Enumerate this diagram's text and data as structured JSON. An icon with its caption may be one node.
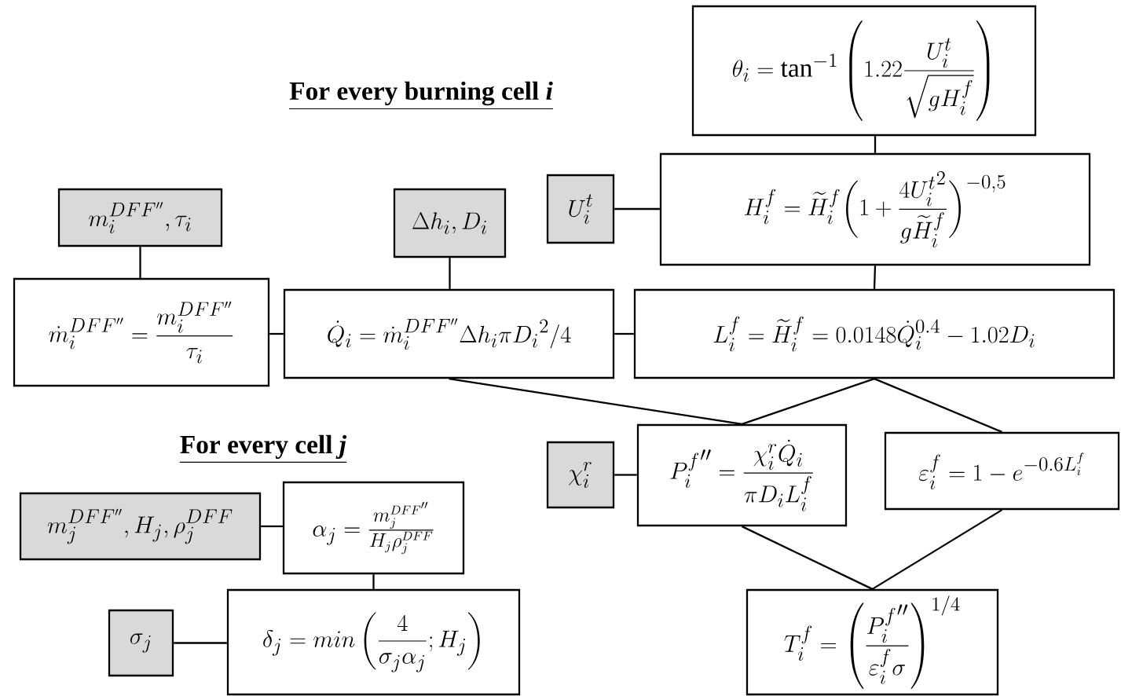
{
  "diagram": {
    "nodes": [
      {
        "text": [
          "\\theta_i = \\tan^{-1}\\left(1.22\\frac{U_i^t}{\\sqrt{gH_i^f}}\\right)"
        ]
      },
      {
        "text": [
          "U_i^t"
        ]
      },
      {
        "text": [
          "H_i^f = \\widetilde{H}_i^f\\biggl(1+\\frac{4{U_i^t}^2}{g\\widetilde{H}_i^f}\\biggr)^{-0,5}"
        ]
      },
      {
        "text": [
          "m_i^{DFF''},\\tau_i"
        ]
      },
      {
        "text": [
          "\\Delta h_i,D_i"
        ]
      },
      {
        "text": [
          "\\dot{m}_i^{DFF''} = \\frac{m_i^{DFF''}}{\\tau_i}"
        ]
      },
      {
        "text": [
          "\\dot{Q}_i = \\dot{m}_i^{DFF''}\\Delta h_i\\pi {D_i}^2/4"
        ]
      },
      {
        "text": [
          "L_i^f = \\widetilde{H}_i^f = 0.0148{\\dot{Q}_i}^{0.4} - 1.02D_i"
        ]
      },
      {
        "text": [
          "\\chi_i^r"
        ]
      },
      {
        "text": [
          "{P_i^f}'' = \\frac{\\chi_i^r\\dot{Q}_i}{\\pi D_i L_i^f}"
        ]
      },
      {
        "text": [
          "\\varepsilon_i^f = 1 - e^{-0.6L_i^f}"
        ]
      },
      {
        "text": [
          "m_j^{DFF''},H_j,\\rho_j^{DFF}"
        ]
      },
      {
        "text": [
          "\\alpha_j = \\frac{m_j^{DFF''}}{H_j\\rho_j^{DFF}}"
        ]
      },
      {
        "text": [
          "\\sigma_j"
        ]
      },
      {
        "text": [
          "\\delta_j = min\\left(\\frac{4}{\\sigma_j\\alpha_j};H_j\\right)"
        ]
      },
      {
        "text": [
          "T_i^f = \\left(\\frac{{P_i^f}''}{\\varepsilon_i^f\\sigma}\\right)^{1/4}"
        ]
      }
    ],
    "edges": [
      {
        "from": 0,
        "to": 2,
        "arrow": "none"
      },
      {
        "from": 1,
        "to": 2,
        "arrow": "none"
      },
      {
        "from": 2,
        "to": 7,
        "arrow": "none"
      },
      {
        "from": 3,
        "to": 5,
        "arrow": "none"
      },
      {
        "from": 4,
        "to": 6,
        "arrow": "none"
      },
      {
        "from": 5,
        "to": 6,
        "arrow": "none"
      },
      {
        "from": 6,
        "to": 7,
        "arrow": "none"
      },
      {
        "from": 6,
        "to": 9,
        "arrow": "none"
      },
      {
        "from": 7,
        "to": 9,
        "arrow": "none"
      },
      {
        "from": 7,
        "to": 10,
        "arrow": "none"
      },
      {
        "from": 8,
        "to": 9,
        "arrow": "none"
      },
      {
        "from": 9,
        "to": 15,
        "arrow": "none"
      },
      {
        "from": 10,
        "to": 15,
        "arrow": "none"
      },
      {
        "from": 11,
        "to": 12,
        "arrow": "none"
      },
      {
        "from": 12,
        "to": 14,
        "arrow": "none"
      },
      {
        "from": 13,
        "to": 14,
        "arrow": "none"
      }
    ],
    "labels": [
      "For every burning cell *i*",
      "For every cell *j*"
    ]
  }
}
